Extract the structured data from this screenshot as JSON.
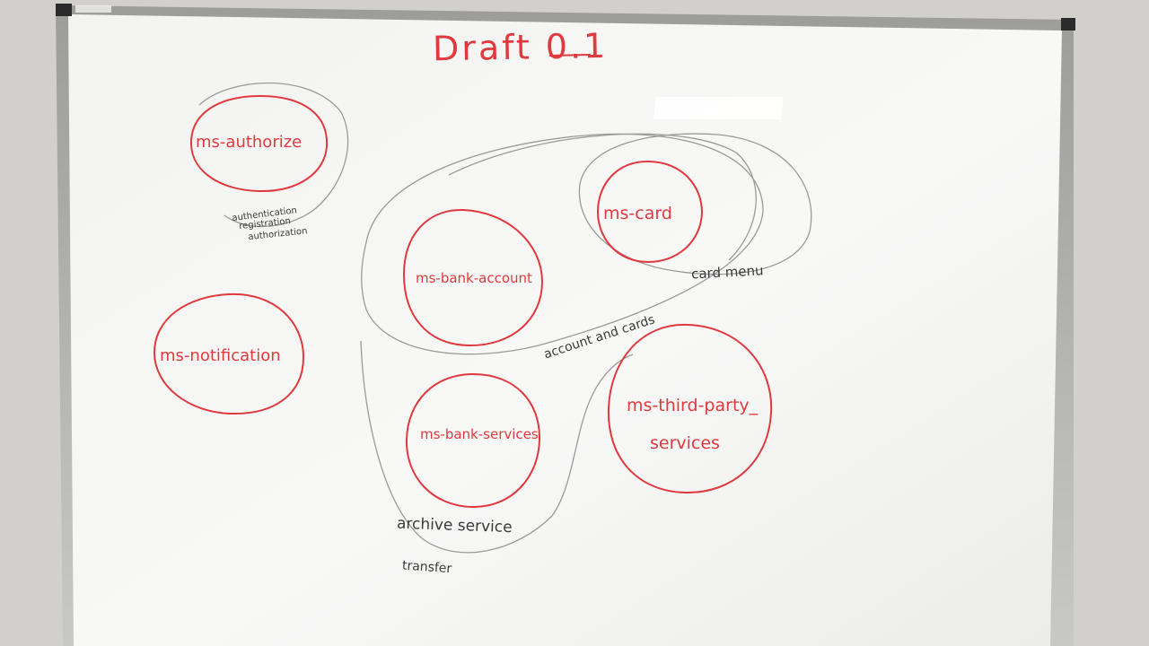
{
  "board": {
    "title": "Draft 0.1",
    "services": {
      "authorize": "ms-authorize",
      "notification": "ms-notification",
      "bank_account": "ms-bank-account",
      "card": "ms-card",
      "bank_services": "ms-bank-services",
      "third_party_line1": "ms-third-party_",
      "third_party_line2": "services"
    },
    "notes": {
      "auth_line1": "authentication",
      "auth_line2": "registration",
      "auth_line3": "authorization",
      "account_and_cards": "account and cards",
      "card_menu": "card menu",
      "archive_service": "archive service",
      "transfer": "transfer"
    }
  },
  "colors": {
    "marker_red": "#e0393e",
    "pencil_grey": "#9a9a9a",
    "ink_dark": "#3a3a3a",
    "board_white": "#f6f6f4",
    "frame_silver": "#b9b9b7",
    "wall": "#d2d0cd"
  }
}
